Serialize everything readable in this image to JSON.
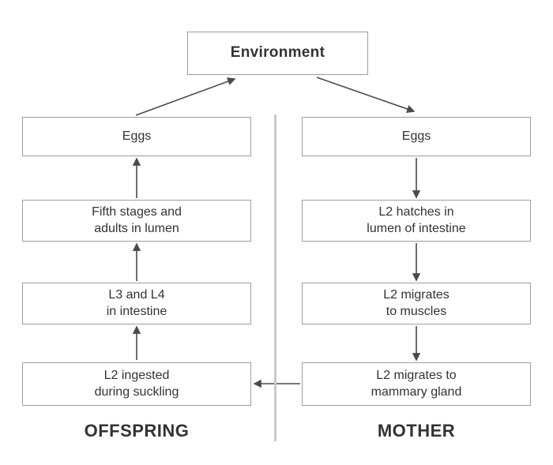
{
  "colors": {
    "box-border": "#9e9e9e",
    "arrow": "#4a4a4a",
    "divider": "#c9c9c9",
    "text": "#333333"
  },
  "environment": {
    "label": "Environment"
  },
  "offspring": {
    "label": "OFFSPRING",
    "boxes": [
      {
        "lines": [
          "Eggs"
        ]
      },
      {
        "lines": [
          "Fifth stages and",
          "adults in lumen"
        ]
      },
      {
        "lines": [
          "L3 and L4",
          "in intestine"
        ]
      },
      {
        "lines": [
          "L2 ingested",
          "during suckling"
        ]
      }
    ]
  },
  "mother": {
    "label": "MOTHER",
    "boxes": [
      {
        "lines": [
          "Eggs"
        ]
      },
      {
        "lines": [
          "L2 hatches in",
          "lumen of intestine"
        ]
      },
      {
        "lines": [
          "L2 migrates",
          "to muscles"
        ]
      },
      {
        "lines": [
          "L2 migrates to",
          "mammary gland"
        ]
      }
    ]
  }
}
